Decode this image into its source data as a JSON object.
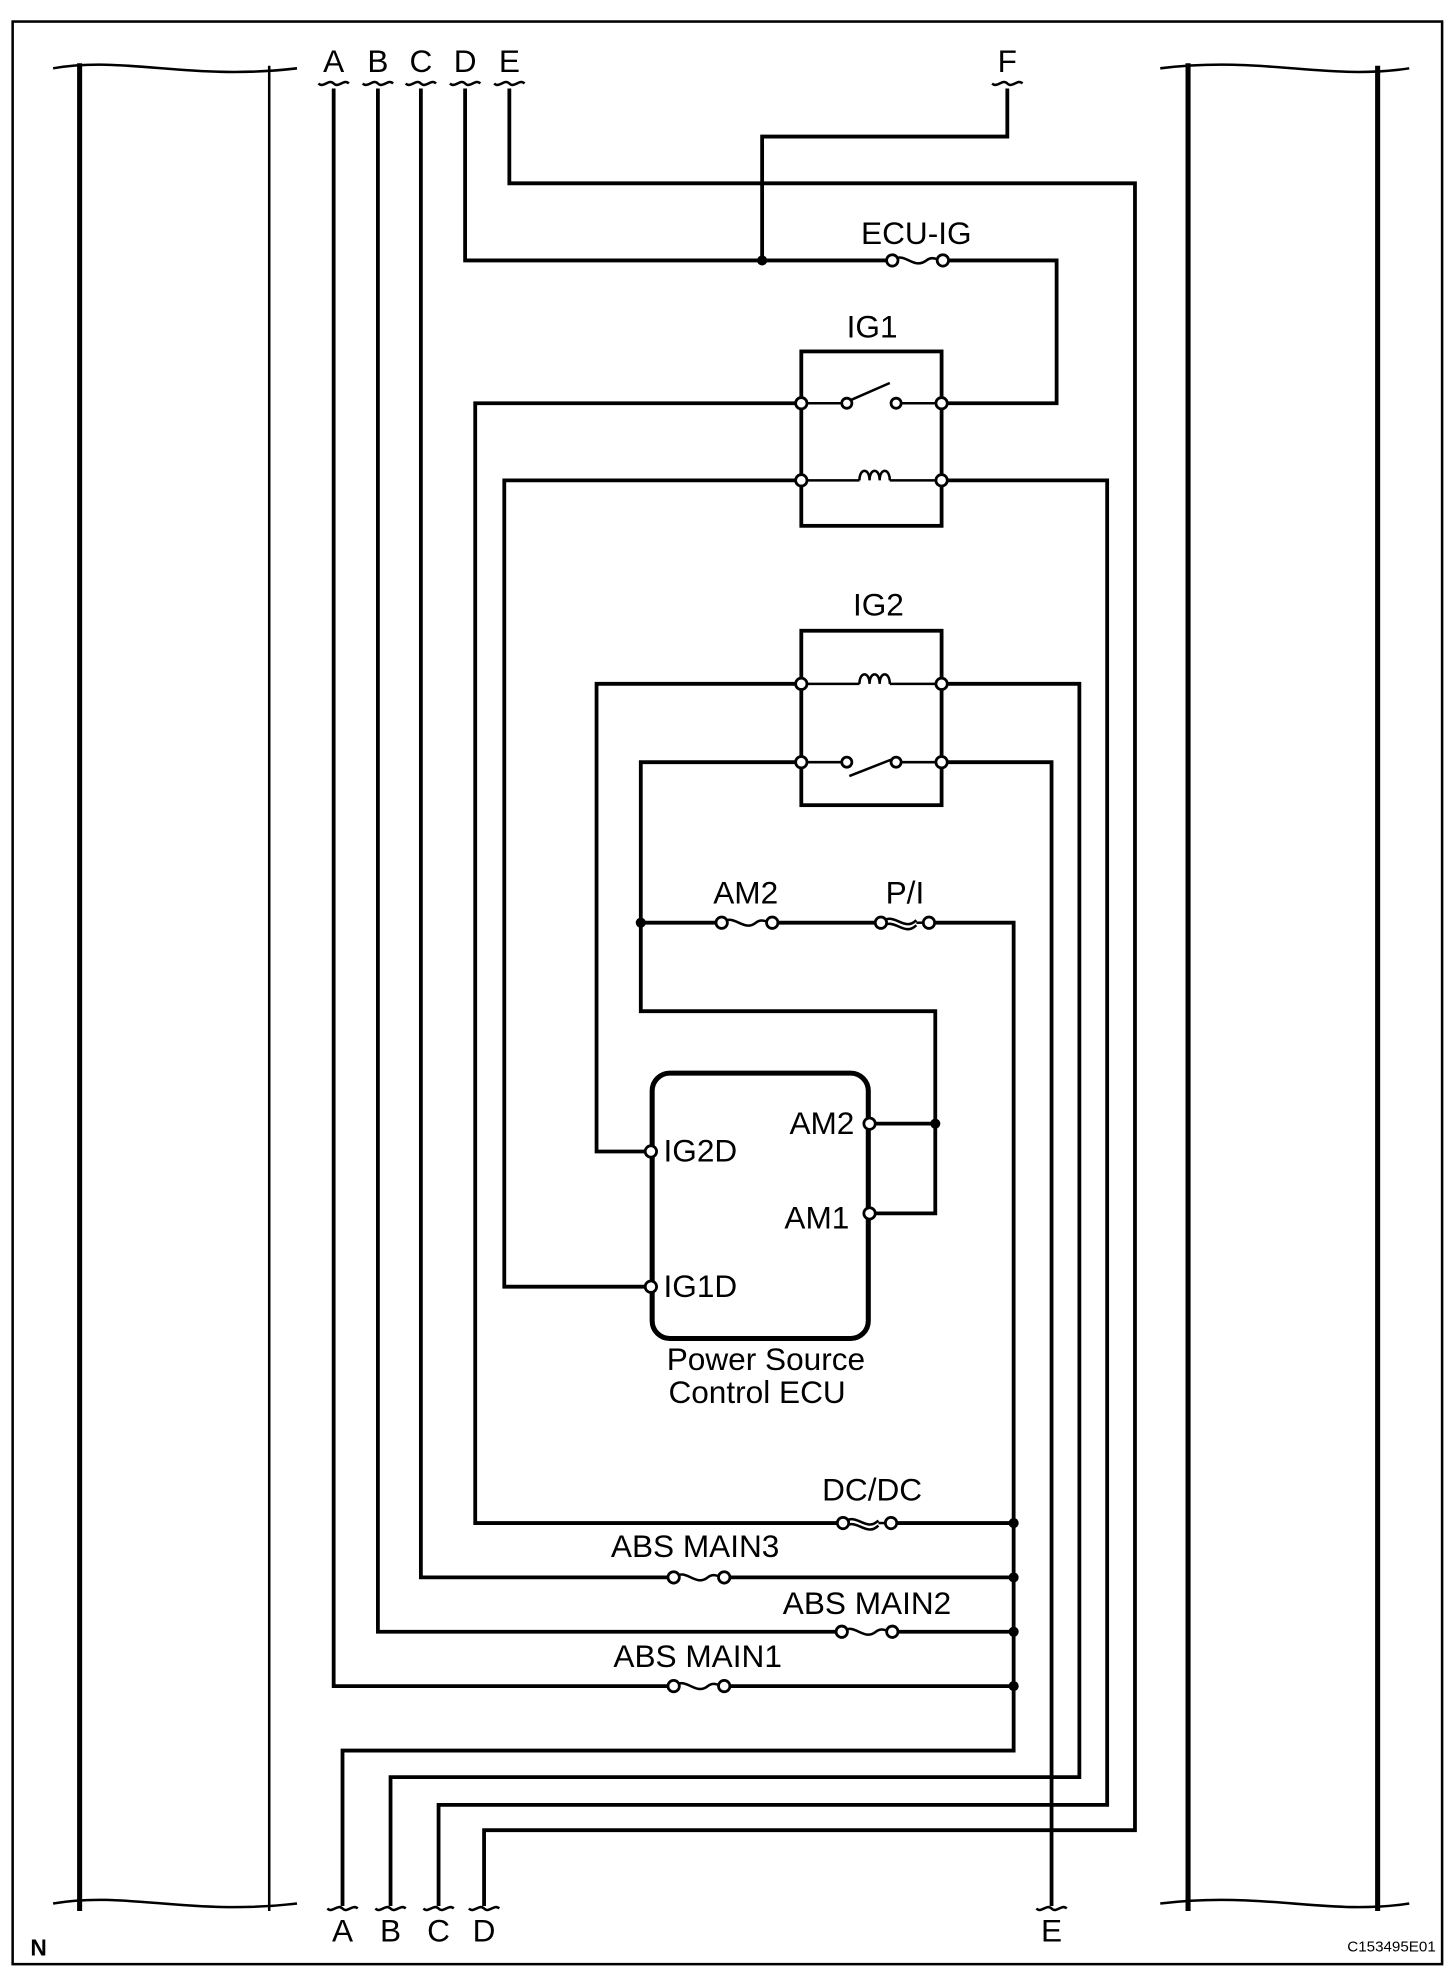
{
  "figure_id": "C153495E01",
  "corner_label": "N",
  "top_connectors": [
    "A",
    "B",
    "C",
    "D",
    "E",
    "F"
  ],
  "bottom_connectors": [
    "A",
    "B",
    "C",
    "D",
    "E"
  ],
  "relays": {
    "ig1": "IG1",
    "ig2": "IG2"
  },
  "fuses": {
    "ecu_ig": "ECU-IG",
    "am2": "AM2",
    "pi": "P/I",
    "dcdc": "DC/DC",
    "abs_main3": "ABS MAIN3",
    "abs_main2": "ABS MAIN2",
    "abs_main1": "ABS MAIN1"
  },
  "ecu": {
    "name_line1": "Power Source",
    "name_line2": "Control ECU",
    "pins": {
      "ig2d": "IG2D",
      "ig1d": "IG1D",
      "am2": "AM2",
      "am1": "AM1"
    }
  }
}
